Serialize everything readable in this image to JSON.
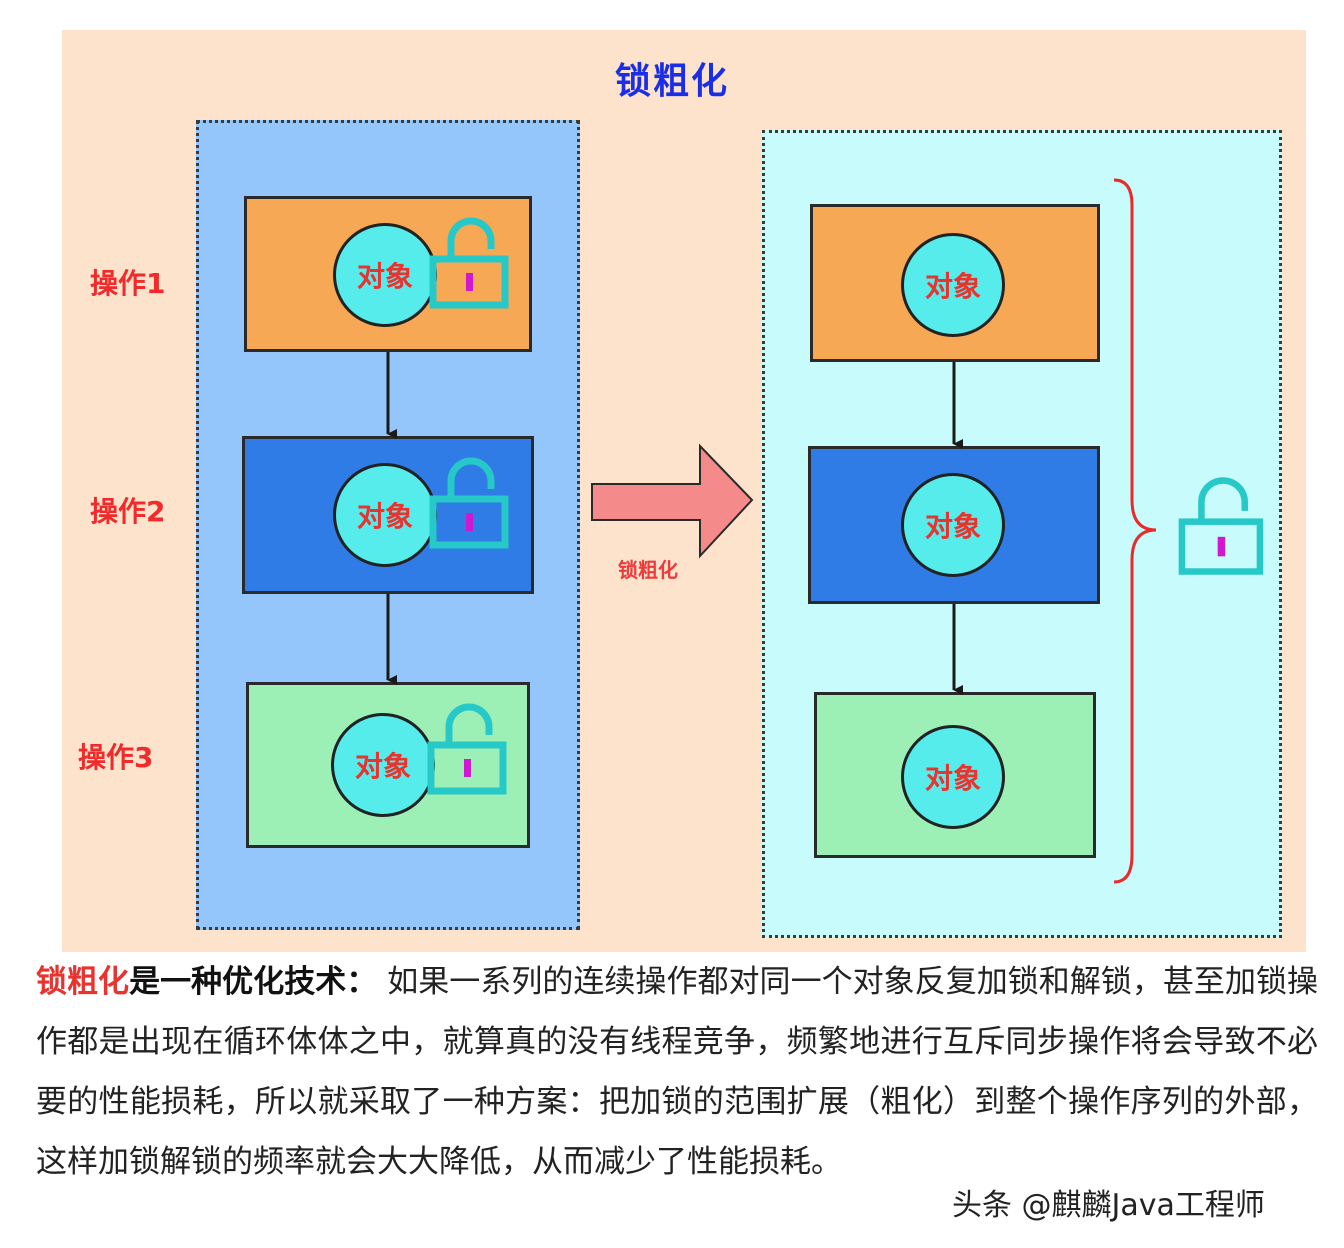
{
  "title": "锁粗化",
  "operations": [
    "操作1",
    "操作2",
    "操作3"
  ],
  "object_label": "对象",
  "arrow_label": "锁粗化",
  "icons": {
    "lock": "unlocked-padlock-icon",
    "lock_color": "#27c8c8",
    "keyhole_color": "#d018d0"
  },
  "colors": {
    "background": "#fde3cc",
    "left_panel": "#94c5fb",
    "right_panel": "#c8fbfb",
    "box_orange": "#f7a855",
    "box_blue": "#2f7ce6",
    "box_green": "#9cf0b6",
    "object_circle": "#56ecec",
    "accent_red": "#e8332f",
    "title_blue": "#1a2ee8"
  },
  "paragraph": {
    "highlight": "锁粗化",
    "lead": "是一种优化技术：",
    "body": " 如果一系列的连续操作都对同一个对象反复加锁和解锁，甚至加锁操作都是出现在循环体体之中，就算真的没有线程竞争，频繁地进行互斥同步操作将会导致不必要的性能损耗，所以就采取了一种方案：把加锁的范围扩展（粗化）到整个操作序列的外部，这样加锁解锁的频率就会大大降低，从而减少了性能损耗。"
  },
  "watermark": "头条 @麒麟Java工程师"
}
